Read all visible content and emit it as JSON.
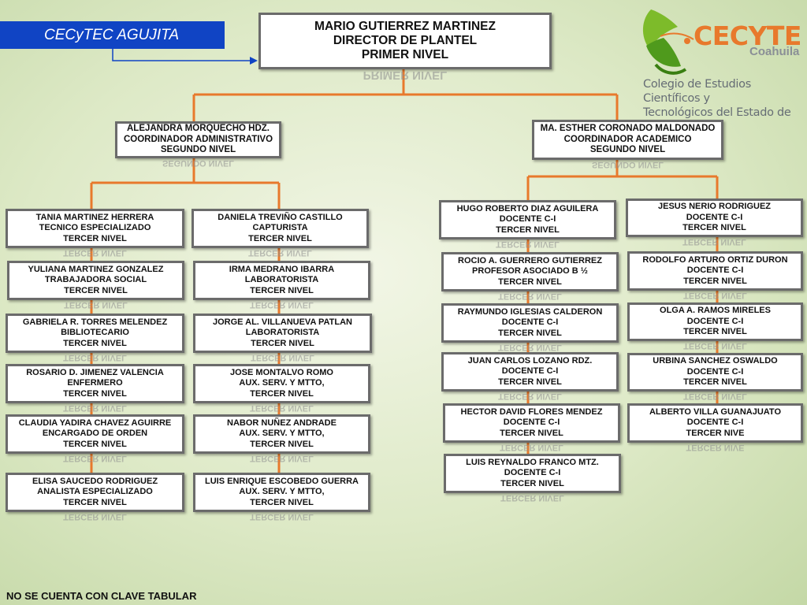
{
  "header": {
    "unit_label": "CECyTEC AGUJITA"
  },
  "logo": {
    "name": "CECYTE",
    "subname": "Coahuila",
    "full_name_line1": "Colegio de Estudios Científicos y",
    "full_name_line2": "Tecnológicos del Estado de Coahuila"
  },
  "director": {
    "name": "MARIO GUTIERREZ MARTINEZ",
    "role": "DIRECTOR DE PLANTEL",
    "level": "PRIMER NIVEL"
  },
  "coordinators": [
    {
      "name": "ALEJANDRA MORQUECHO HDZ.",
      "role": "COORDINADOR ADMINISTRATIVO",
      "level": "SEGUNDO NIVEL"
    },
    {
      "name": "MA. ESTHER CORONADO MALDONADO",
      "role": "COORDINADOR ACADEMICO",
      "level": "SEGUNDO NIVEL"
    }
  ],
  "admin_left": [
    {
      "name": "TANIA MARTINEZ HERRERA",
      "role": "TECNICO ESPECIALIZADO",
      "level": "TERCER NIVEL"
    },
    {
      "name": "YULIANA MARTINEZ GONZALEZ",
      "role": "TRABAJADORA SOCIAL",
      "level": "TERCER NIVEL"
    },
    {
      "name": "GABRIELA R.  TORRES MELENDEZ",
      "role": "BIBLIOTECARIO",
      "level": "TERCER NIVEL"
    },
    {
      "name": "ROSARIO D. JIMENEZ VALENCIA",
      "role": "ENFERMERO",
      "level": "TERCER NIVEL"
    },
    {
      "name": "CLAUDIA YADIRA CHAVEZ AGUIRRE",
      "role": "ENCARGADO DE ORDEN",
      "level": "TERCER NIVEL"
    },
    {
      "name": "ELISA SAUCEDO RODRIGUEZ",
      "role": "ANALISTA ESPECIALIZADO",
      "level": "TERCER NIVEL"
    }
  ],
  "admin_right": [
    {
      "name": "DANIELA TREVIÑO CASTILLO",
      "role": "CAPTURISTA",
      "level": "TERCER NIVEL"
    },
    {
      "name": "IRMA MEDRANO IBARRA",
      "role": "LABORATORISTA",
      "level": "TERCER NIVEL"
    },
    {
      "name": "JORGE AL. VILLANUEVA PATLAN",
      "role": "LABORATORISTA",
      "level": "TERCER NIVEL"
    },
    {
      "name": "JOSE MONTALVO ROMO",
      "role": "AUX. SERV. Y MTTO,",
      "level": "TERCER NIVEL"
    },
    {
      "name": "NABOR NUÑEZ ANDRADE",
      "role": "AUX. SERV. Y MTTO,",
      "level": "TERCER NIVEL"
    },
    {
      "name": "LUIS ENRIQUE ESCOBEDO GUERRA",
      "role": "AUX. SERV. Y MTTO,",
      "level": "TERCER NIVEL"
    }
  ],
  "academic_left": [
    {
      "name": "HUGO ROBERTO DIAZ AGUILERA",
      "role": "DOCENTE C-I",
      "level": "TERCER NIVEL"
    },
    {
      "name": "ROCIO A. GUERRERO GUTIERREZ",
      "role": "PROFESOR ASOCIADO B ½",
      "level": "TERCER NIVEL"
    },
    {
      "name": "RAYMUNDO  IGLESIAS CALDERON",
      "role": "DOCENTE C-I",
      "level": "TERCER NIVEL"
    },
    {
      "name": "JUAN CARLOS LOZANO  RDZ.",
      "role": "DOCENTE C-I",
      "level": "TERCER NIVEL"
    },
    {
      "name": "HECTOR DAVID FLORES MENDEZ",
      "role": "DOCENTE C-I",
      "level": "TERCER NIVEL"
    },
    {
      "name": "LUIS REYNALDO FRANCO MTZ.",
      "role": "DOCENTE C-I",
      "level": "TERCER NIVEL"
    }
  ],
  "academic_right": [
    {
      "name": "JESUS NERIO RODRIGUEZ",
      "role": "DOCENTE C-I",
      "level": "TERCER NIVEL"
    },
    {
      "name": "RODOLFO ARTURO ORTIZ DURON",
      "role": "DOCENTE C-I",
      "level": "TERCER NIVEL"
    },
    {
      "name": "OLGA A. RAMOS MIRELES",
      "role": "DOCENTE C-I",
      "level": "TERCER NIVEL"
    },
    {
      "name": "URBINA SANCHEZ OSWALDO",
      "role": "DOCENTE C-I",
      "level": "TERCER NIVEL"
    },
    {
      "name": "ALBERTO VILLA GUANAJUATO",
      "role": "DOCENTE C-I",
      "level": "TERCER NIVE"
    }
  ],
  "footer": {
    "note": "NO SE CUENTA CON CLAVE TABULAR"
  },
  "colors": {
    "connector": "#e8792c",
    "label_bg": "#1044c4",
    "arrow": "#1044c4",
    "node_border": "#6b6b6b"
  }
}
